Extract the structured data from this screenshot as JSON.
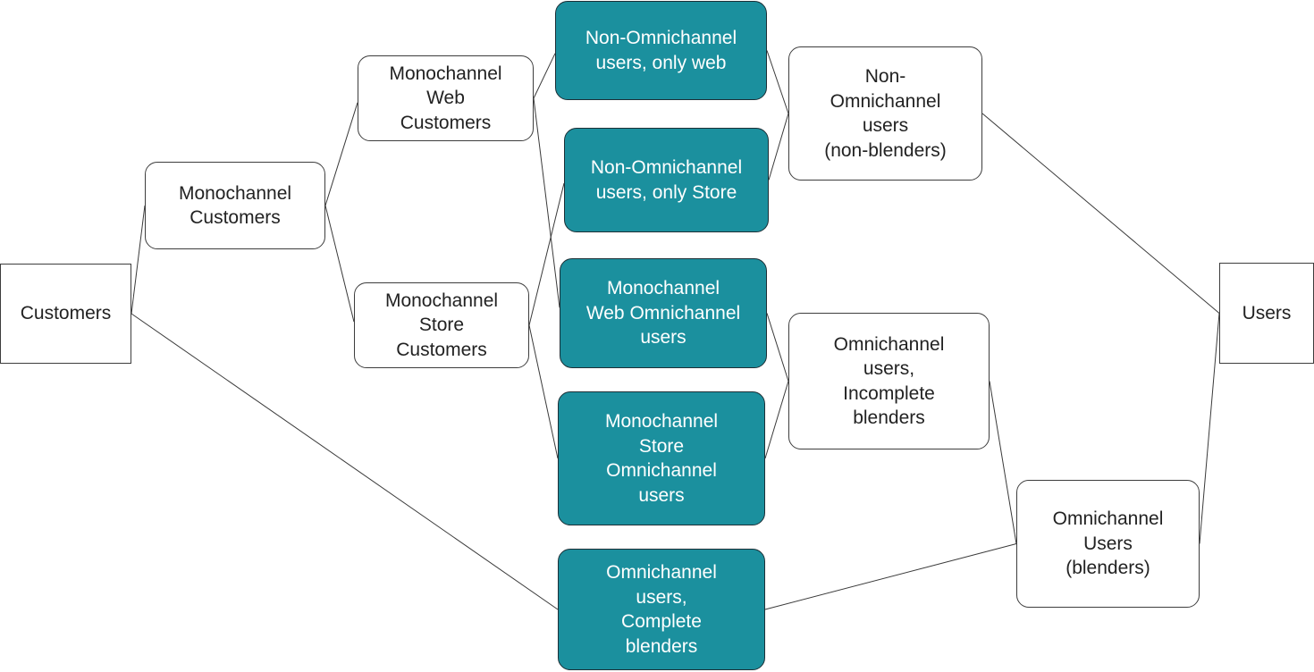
{
  "diagram": {
    "nodes": [
      {
        "id": "customers",
        "label": "Customers",
        "style": "square"
      },
      {
        "id": "mono-customers",
        "label": "Monochannel\nCustomers",
        "style": "rounded"
      },
      {
        "id": "mono-web",
        "label": "Monochannel\nWeb\nCustomers",
        "style": "rounded"
      },
      {
        "id": "mono-store",
        "label": "Monochannel\nStore\nCustomers",
        "style": "rounded"
      },
      {
        "id": "non-omni-web",
        "label": "Non-Omnichannel\nusers, only web",
        "style": "teal"
      },
      {
        "id": "non-omni-store",
        "label": "Non-Omnichannel\nusers, only Store",
        "style": "teal"
      },
      {
        "id": "mono-web-omni",
        "label": "Monochannel\nWeb Omnichannel\nusers",
        "style": "teal"
      },
      {
        "id": "mono-store-omni",
        "label": "Monochannel\nStore\nOmnichannel\nusers",
        "style": "teal"
      },
      {
        "id": "omni-complete",
        "label": "Omnichannel\nusers,\nComplete\nblenders",
        "style": "teal"
      },
      {
        "id": "non-omni-users",
        "label": "Non-\nOmnichannel\nusers\n(non-blenders)",
        "style": "rounded"
      },
      {
        "id": "omni-incomplete",
        "label": "Omnichannel\nusers,\nIncomplete\nblenders",
        "style": "rounded"
      },
      {
        "id": "omni-users",
        "label": "Omnichannel\nUsers\n(blenders)",
        "style": "rounded"
      },
      {
        "id": "users",
        "label": "Users",
        "style": "square"
      }
    ],
    "edges": [
      {
        "from": "customers",
        "to": "mono-customers"
      },
      {
        "from": "customers",
        "to": "omni-complete"
      },
      {
        "from": "mono-customers",
        "to": "mono-web"
      },
      {
        "from": "mono-customers",
        "to": "mono-store"
      },
      {
        "from": "mono-web",
        "to": "non-omni-web"
      },
      {
        "from": "mono-web",
        "to": "mono-web-omni"
      },
      {
        "from": "mono-store",
        "to": "non-omni-store"
      },
      {
        "from": "mono-store",
        "to": "mono-store-omni"
      },
      {
        "from": "non-omni-web",
        "to": "non-omni-users"
      },
      {
        "from": "non-omni-store",
        "to": "non-omni-users"
      },
      {
        "from": "mono-web-omni",
        "to": "omni-incomplete"
      },
      {
        "from": "mono-store-omni",
        "to": "omni-incomplete"
      },
      {
        "from": "omni-incomplete",
        "to": "omni-users"
      },
      {
        "from": "omni-complete",
        "to": "omni-users"
      },
      {
        "from": "non-omni-users",
        "to": "users"
      },
      {
        "from": "omni-users",
        "to": "users"
      }
    ],
    "colors": {
      "teal_fill": "#1b909e",
      "teal_text": "#ffffff",
      "outline": "#3d3d3d",
      "text": "#222222",
      "line": "#3a3a3a"
    }
  }
}
